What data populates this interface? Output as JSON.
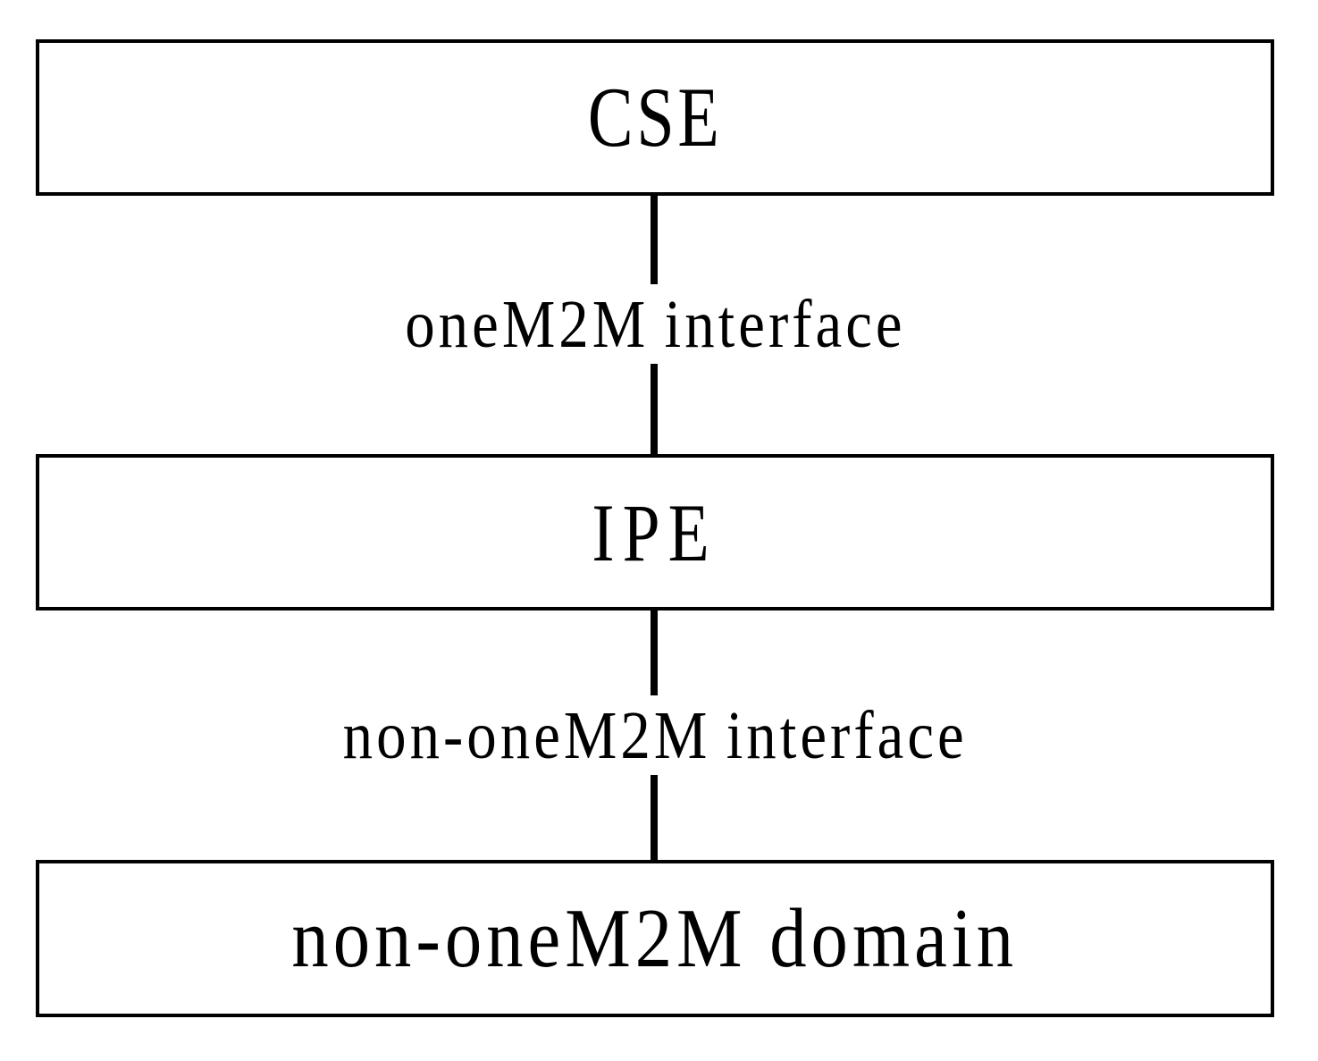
{
  "diagram": {
    "background_color": "#ffffff",
    "line_color": "#000000",
    "text_color": "#000000",
    "nodes": [
      {
        "id": "cse",
        "label": "CSE"
      },
      {
        "id": "ipe",
        "label": "IPE"
      },
      {
        "id": "non-onem2m-domain",
        "label": "non-oneM2M domain"
      }
    ],
    "connections": [
      {
        "from": "cse",
        "to": "ipe",
        "label": "oneM2M interface"
      },
      {
        "from": "ipe",
        "to": "non-onem2m-domain",
        "label": "non-oneM2M interface"
      }
    ]
  }
}
